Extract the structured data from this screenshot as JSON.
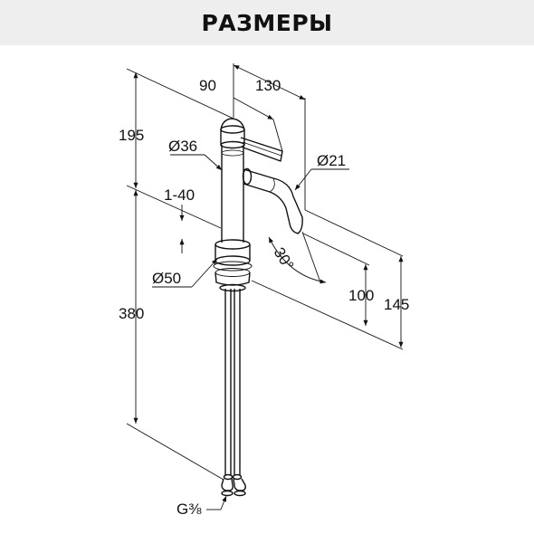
{
  "header": {
    "title": "РАЗМЕРЫ",
    "background": "#eeeeee"
  },
  "diagram": {
    "line_color": "#111111",
    "dimensions": {
      "top_left": "90",
      "top_right": "130",
      "height_upper": "195",
      "body_diameter": "Ø36",
      "spout_diameter": "Ø21",
      "thickness_range": "1-40",
      "spout_angle": "30°",
      "base_diameter": "Ø50",
      "spout_clearance": "100",
      "spout_height": "145",
      "height_lower": "380",
      "thread": "G⅜"
    }
  }
}
